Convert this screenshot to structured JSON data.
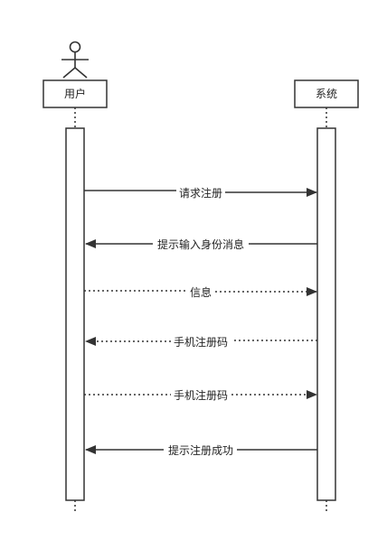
{
  "participants": [
    {
      "id": "user",
      "label": "用户",
      "kind": "actor"
    },
    {
      "id": "system",
      "label": "系统",
      "kind": "box"
    }
  ],
  "messages": [
    {
      "from": "user",
      "to": "system",
      "label": "请求注册",
      "style": "solid"
    },
    {
      "from": "system",
      "to": "user",
      "label": "提示输入身份消息",
      "style": "solid"
    },
    {
      "from": "user",
      "to": "system",
      "label": "信息",
      "style": "dashed"
    },
    {
      "from": "system",
      "to": "user",
      "label": "手机注册码",
      "style": "dashed"
    },
    {
      "from": "user",
      "to": "system",
      "label": "手机注册码",
      "style": "dashed"
    },
    {
      "from": "system",
      "to": "user",
      "label": "提示注册成功",
      "style": "solid"
    }
  ],
  "colors": {
    "line": "#333333",
    "text": "#222222",
    "background": "#ffffff"
  }
}
